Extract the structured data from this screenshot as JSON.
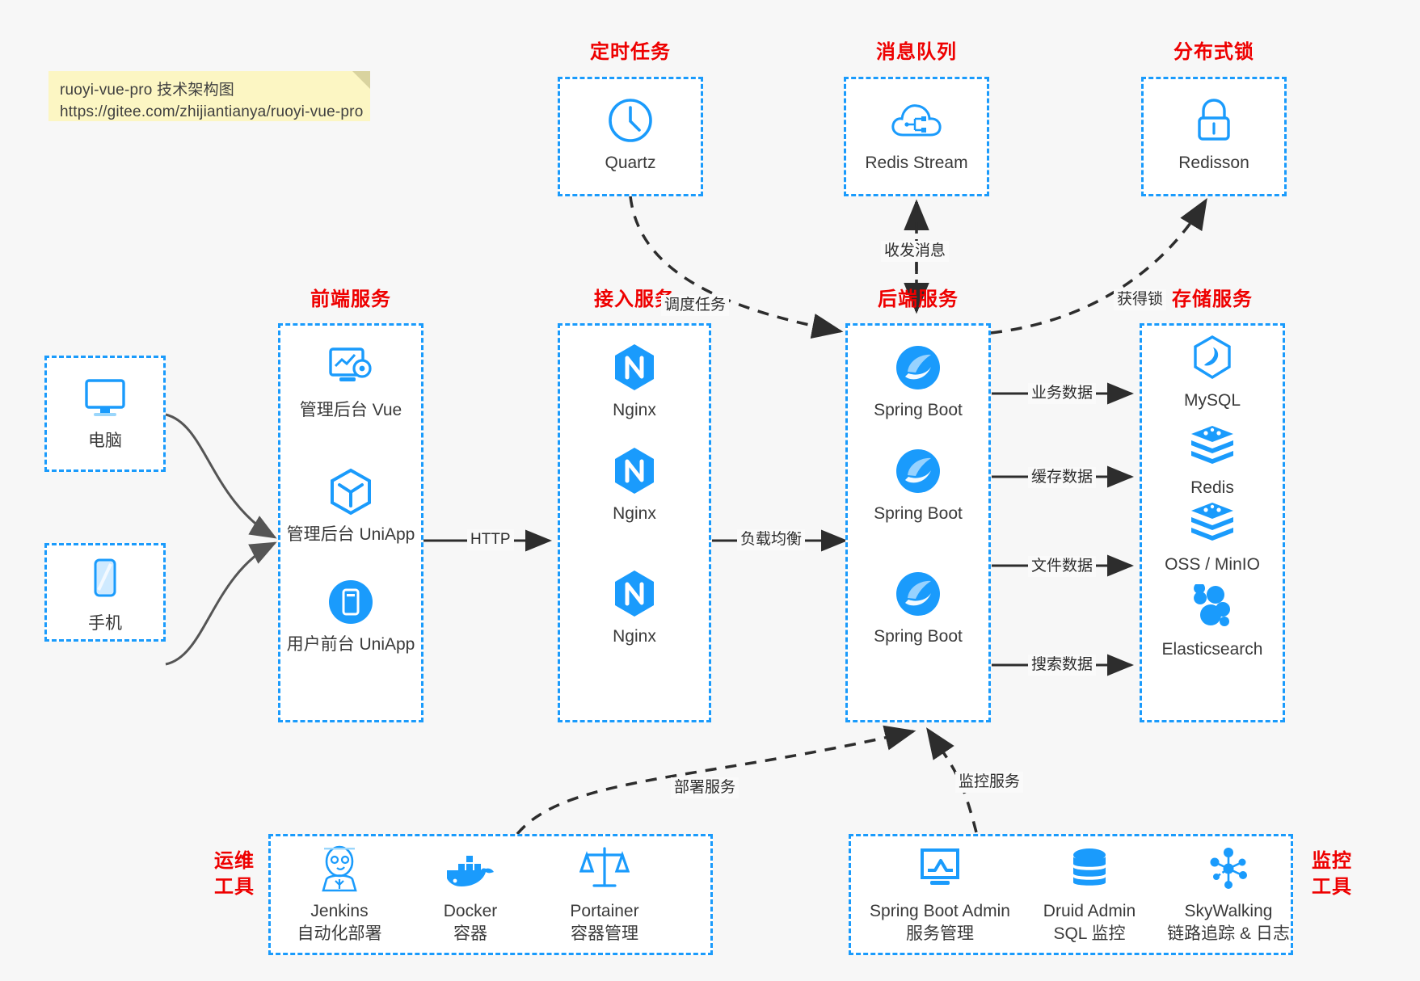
{
  "note": {
    "line1": "ruoyi-vue-pro 技术架构图",
    "line2": "https://gitee.com/zhijiantianya/ruoyi-vue-pro"
  },
  "colors": {
    "accent": "#1a9bfc",
    "title_red": "#ee0000",
    "background": "#f7f7f7",
    "box_fill": "#ffffff",
    "note_fill": "#fcf6c3",
    "edge": "#3a3a3a",
    "text": "#3a3a3a"
  },
  "groups": {
    "scheduler": {
      "title": "定时任务",
      "nodes": [
        {
          "label": "Quartz",
          "icon": "clock-icon"
        }
      ]
    },
    "mq": {
      "title": "消息队列",
      "nodes": [
        {
          "label": "Redis Stream",
          "icon": "cloud-stream-icon"
        }
      ]
    },
    "lock": {
      "title": "分布式锁",
      "nodes": [
        {
          "label": "Redisson",
          "icon": "padlock-icon"
        }
      ]
    },
    "clients": {
      "nodes": [
        {
          "label": "电脑",
          "icon": "desktop-monitor-icon"
        },
        {
          "label": "手机",
          "icon": "mobile-phone-icon"
        }
      ]
    },
    "frontend": {
      "title": "前端服务",
      "nodes": [
        {
          "label": "管理后台 Vue",
          "icon": "dashboard-gear-icon"
        },
        {
          "label": "管理后台 UniApp",
          "icon": "hexagon-cube-icon"
        },
        {
          "label": "用户前台 UniApp",
          "icon": "app-window-icon"
        }
      ]
    },
    "gateway": {
      "title": "接入服务",
      "nodes": [
        {
          "label": "Nginx",
          "icon": "nginx-icon"
        },
        {
          "label": "Nginx",
          "icon": "nginx-icon"
        },
        {
          "label": "Nginx",
          "icon": "nginx-icon"
        }
      ]
    },
    "backend": {
      "title": "后端服务",
      "nodes": [
        {
          "label": "Spring Boot",
          "icon": "spring-boot-icon"
        },
        {
          "label": "Spring Boot",
          "icon": "spring-boot-icon"
        },
        {
          "label": "Spring Boot",
          "icon": "spring-boot-icon"
        }
      ]
    },
    "storage": {
      "title": "存储服务",
      "nodes": [
        {
          "label": "MySQL",
          "icon": "mysql-dolphin-icon"
        },
        {
          "label": "Redis",
          "icon": "redis-stack-icon"
        },
        {
          "label": "OSS / MinIO",
          "icon": "redis-stack-icon"
        },
        {
          "label": "Elasticsearch",
          "icon": "elasticsearch-icon"
        }
      ]
    },
    "devops": {
      "title_line1": "运维",
      "title_line2": "工具",
      "nodes": [
        {
          "label": "Jenkins",
          "sublabel": "自动化部署",
          "icon": "jenkins-butler-icon"
        },
        {
          "label": "Docker",
          "sublabel": "容器",
          "icon": "docker-whale-icon"
        },
        {
          "label": "Portainer",
          "sublabel": "容器管理",
          "icon": "scales-balance-icon"
        }
      ]
    },
    "monitor": {
      "title_line1": "监控",
      "title_line2": "工具",
      "nodes": [
        {
          "label": "Spring Boot Admin",
          "sublabel": "服务管理",
          "icon": "monitor-chart-icon"
        },
        {
          "label": "Druid Admin",
          "sublabel": "SQL 监控",
          "icon": "database-stack-icon"
        },
        {
          "label": "SkyWalking",
          "sublabel": "链路追踪 & 日志",
          "icon": "network-nodes-icon"
        }
      ]
    }
  },
  "edges": [
    {
      "name": "http",
      "label": "HTTP"
    },
    {
      "name": "load-balance",
      "label": "负载均衡"
    },
    {
      "name": "schedule-task",
      "label": "调度任务"
    },
    {
      "name": "send-receive-message",
      "label": "收发消息"
    },
    {
      "name": "acquire-lock",
      "label": "获得锁"
    },
    {
      "name": "business-data",
      "label": "业务数据"
    },
    {
      "name": "cache-data",
      "label": "缓存数据"
    },
    {
      "name": "file-data",
      "label": "文件数据"
    },
    {
      "name": "search-data",
      "label": "搜索数据"
    },
    {
      "name": "deploy-service",
      "label": "部署服务"
    },
    {
      "name": "monitor-service",
      "label": "监控服务"
    }
  ]
}
